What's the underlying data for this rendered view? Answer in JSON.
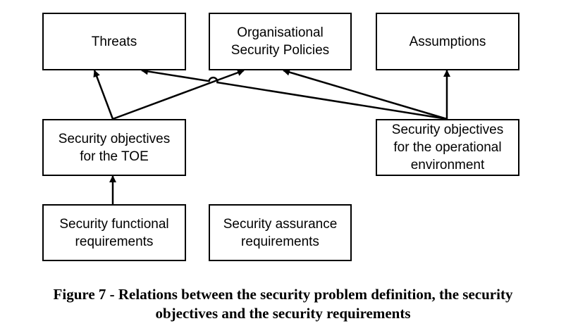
{
  "boxes": {
    "threats": {
      "lines": [
        "Threats"
      ]
    },
    "osp": {
      "lines": [
        "Organisational",
        "Security Policies"
      ]
    },
    "assumptions": {
      "lines": [
        "Assumptions"
      ]
    },
    "objectives_toe": {
      "lines": [
        "Security objectives",
        "for the TOE"
      ]
    },
    "objectives_env": {
      "lines": [
        "Security objectives",
        "for the operational",
        "environment"
      ]
    },
    "sfr": {
      "lines": [
        "Security functional",
        "requirements"
      ]
    },
    "sar": {
      "lines": [
        "Security assurance",
        "requirements"
      ]
    }
  },
  "relations": [
    {
      "from": "objectives_toe",
      "to": "threats"
    },
    {
      "from": "objectives_toe",
      "to": "osp"
    },
    {
      "from": "objectives_env",
      "to": "threats"
    },
    {
      "from": "objectives_env",
      "to": "osp"
    },
    {
      "from": "objectives_env",
      "to": "assumptions"
    },
    {
      "from": "sfr",
      "to": "objectives_toe"
    }
  ],
  "caption": {
    "line1": "Figure 7 - Relations between the security problem definition, the security",
    "line2": "objectives and the security requirements"
  }
}
